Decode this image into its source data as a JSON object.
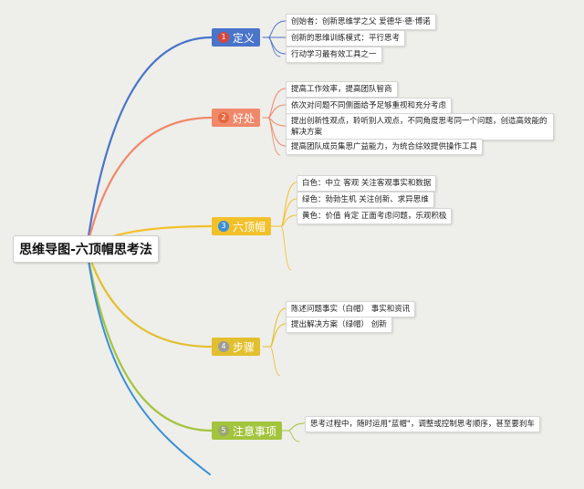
{
  "root": {
    "label": "思维导图-六顶帽思考法"
  },
  "branches": [
    {
      "number": "1",
      "label": "定义",
      "color": "#4a74c9",
      "badge_color": "#d9453a",
      "items": [
        "创始者：创新思维学之父 爱德华·德·博诺",
        "创新的思维训练模式：平行思考",
        "行动学习最有效工具之一"
      ]
    },
    {
      "number": "2",
      "label": "好处",
      "color": "#f0886a",
      "badge_color": "#e3683f",
      "items": [
        "提高工作效率，提高团队智商",
        "依次对问题不同侧面给予足够重视和充分考虑",
        "提出创新性观点，聆听别人观点，不同角度思考同一个问题，创造高效能的解决方案",
        "提高团队成员集思广益能力，为统合综效提供操作工具"
      ]
    },
    {
      "number": "3",
      "label": "六顶帽",
      "color": "#f2c12a",
      "badge_color": "#3a8fd6",
      "items": [
        "白色：中立 客观 关注客观事实和数据",
        "绿色：勃勃生机 关注创新、求异思维",
        "黄色：价值 肯定 正面考虑问题，乐观积极"
      ]
    },
    {
      "number": "4",
      "label": "步骤",
      "color": "#e2bf2e",
      "badge_color": "#9c9c9c",
      "items": [
        "陈述问题事实（白帽） 事实和资讯",
        "提出解决方案（绿帽） 创新"
      ]
    },
    {
      "number": "5",
      "label": "注意事项",
      "color": "#a3c43d",
      "badge_color": "#9aa872",
      "items": [
        "思考过程中，随时运用\"蓝帽\"，调整或控制思考顺序，甚至要刹车"
      ]
    }
  ]
}
